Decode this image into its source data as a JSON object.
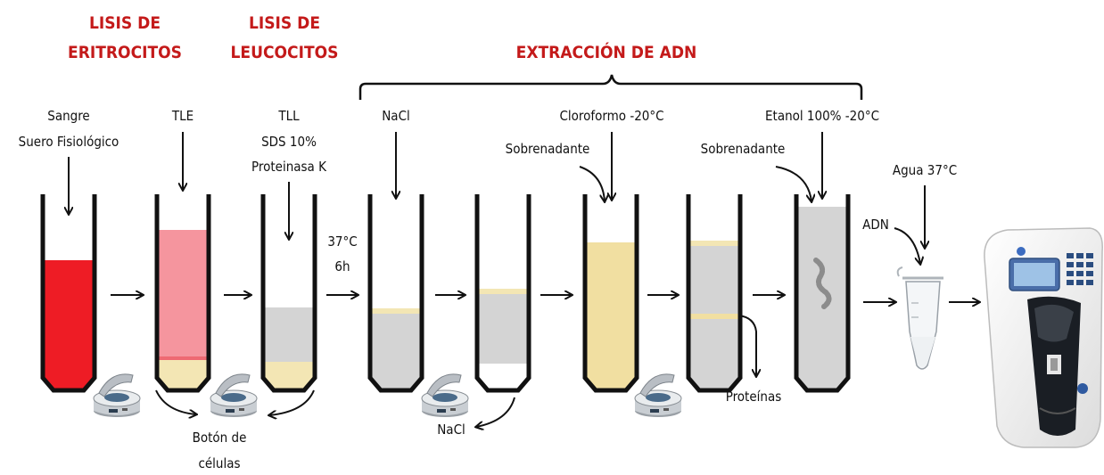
{
  "headers": {
    "erythrocyte_lysis": [
      "LISIS DE",
      "ERITROCITOS"
    ],
    "leukocyte_lysis": [
      "LISIS DE",
      "LEUCOCITOS"
    ],
    "dna_extraction": "EXTRACCIÓN DE ADN"
  },
  "reagents": {
    "step1": [
      "Sangre",
      "Suero Fisiológico"
    ],
    "step2": "TLE",
    "step3": [
      "TLL",
      "SDS 10%",
      "Proteinasa K"
    ],
    "incubation": [
      "37°C",
      "6h"
    ],
    "step4": "NaCl",
    "step6": "Cloroformo -20°C",
    "step8": "Etanol 100% -20°C",
    "water": "Agua 37°C"
  },
  "annotations": {
    "supernatant_a": "Sobrenadante",
    "supernatant_b": "Sobrenadante",
    "cell_pellet": [
      "Botón de",
      "células"
    ],
    "nacl_pellet": "NaCl",
    "proteins": "Proteínas",
    "dna": "ADN"
  },
  "colors": {
    "header_red": "#c41a1a",
    "blood": "#ee1c25",
    "lysed_pink": "#f5959e",
    "pellet_cream": "#f3e6b4",
    "supernatant_grey": "#d4d4d4",
    "chloroform_yellow": "#f1dfa1"
  },
  "icons": [
    "centrifuge-icon",
    "microcentrifuge-tube-icon",
    "spectrophotometer-icon"
  ]
}
